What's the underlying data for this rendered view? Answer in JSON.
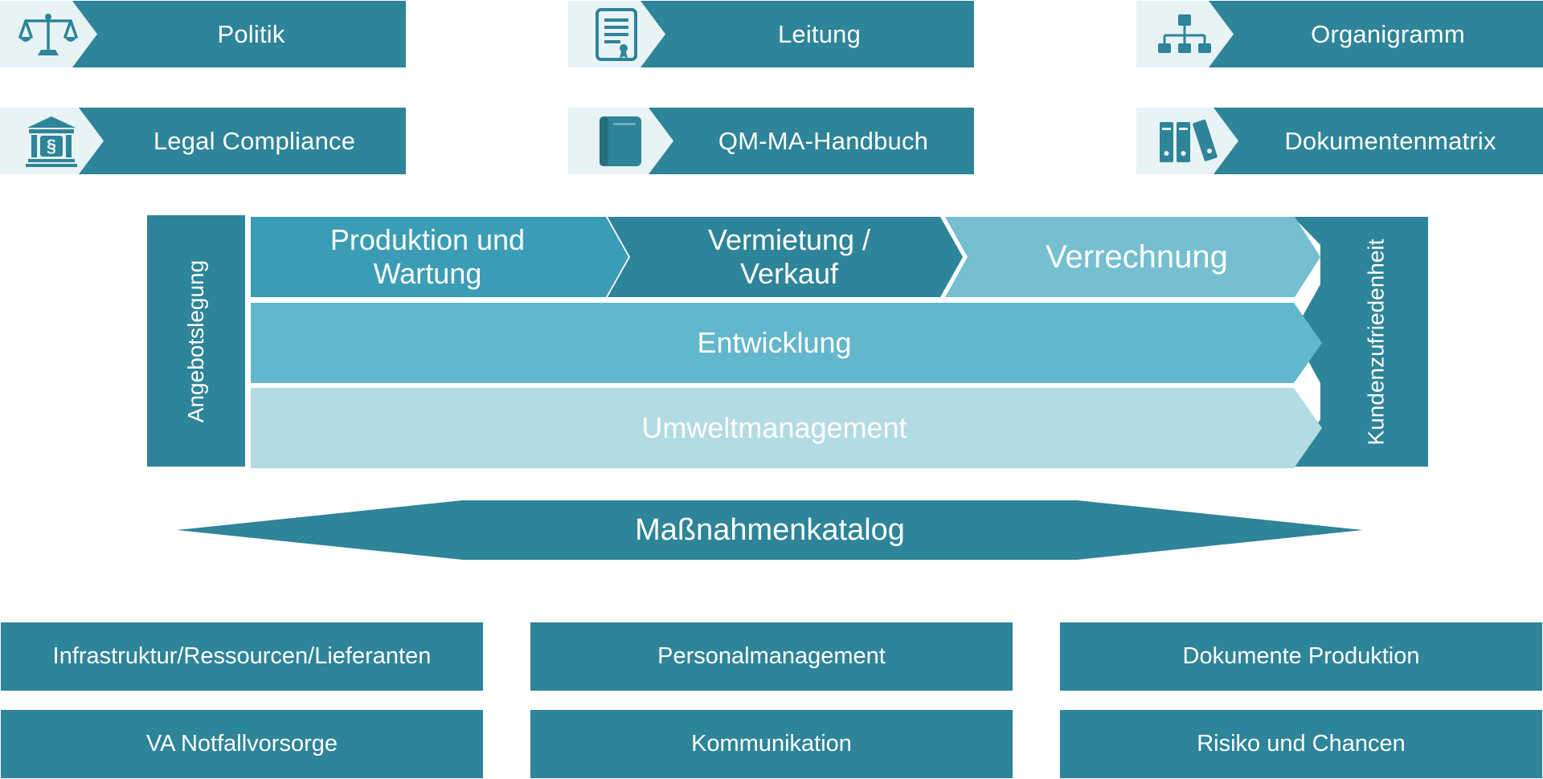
{
  "top_tiles": [
    {
      "label": "Politik",
      "icon": "scales-icon"
    },
    {
      "label": "Leitung",
      "icon": "certificate-document-icon"
    },
    {
      "label": "Organigramm",
      "icon": "org-chart-icon"
    },
    {
      "label": "Legal Compliance",
      "icon": "courthouse-paragraph-icon"
    },
    {
      "label": "QM-MA-Handbuch",
      "icon": "book-icon"
    },
    {
      "label": "Dokumentenmatrix",
      "icon": "binders-icon"
    }
  ],
  "process": {
    "left_label": "Angebotslegung",
    "right_label": "Kundenzufriedenheit",
    "steps": [
      "Produktion und Wartung",
      "Vermietung / Verkauf",
      "Verrechnung"
    ],
    "bands": [
      "Entwicklung",
      "Umweltmanagement"
    ]
  },
  "banner": {
    "label": "Maßnahmenkatalog"
  },
  "bottom_boxes": [
    "Infrastruktur/Ressourcen/Lieferanten",
    "Personalmanagement",
    "Dokumente Produktion",
    "VA Notfallvorsorge",
    "Kommunikation",
    "Risiko und Chancen"
  ],
  "colors": {
    "primary": "#2e8498",
    "step1": "#3b9db5",
    "step3": "#75bfd1",
    "band_mid": "#63b7cc",
    "band_light": "#b3dbe4",
    "icon_bg": "#e8f3f6"
  }
}
